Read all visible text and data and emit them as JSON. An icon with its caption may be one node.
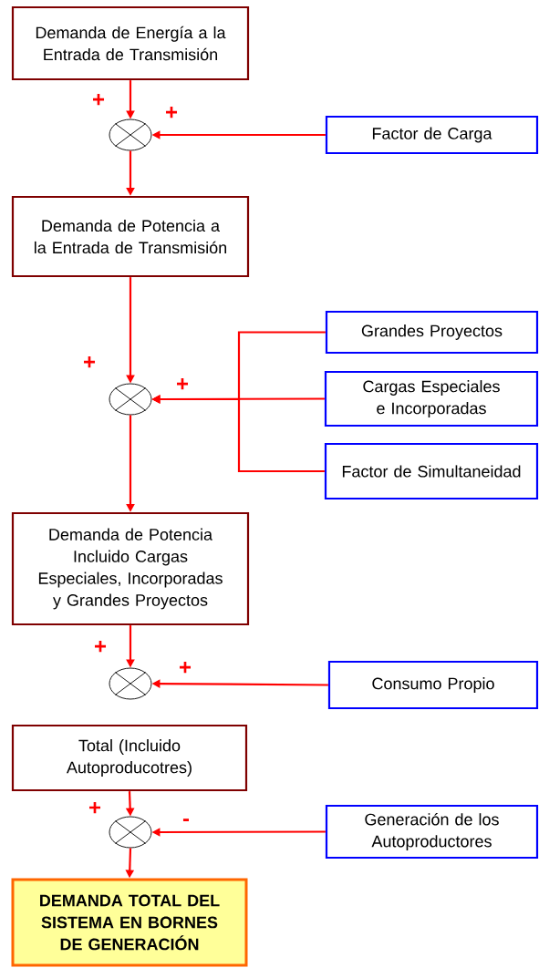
{
  "diagram": {
    "nodes": [
      {
        "text": [
          "Demanda de Energía a la Entrada de Transmisión"
        ]
      },
      {
        "text": [],
        "shape": "circle"
      },
      {
        "text": [
          "Factor de Carga"
        ]
      },
      {
        "text": [
          "Demanda de Potencia a la Entrada de Transmisión"
        ]
      },
      {
        "text": [
          "Grandes Proyectos"
        ]
      },
      {
        "text": [
          "Cargas Especiales e Incorporadas"
        ]
      },
      {
        "text": [
          "Factor de Simultaneidad"
        ]
      },
      {
        "text": [],
        "shape": "circle"
      },
      {
        "text": [
          "Demanda de Potencia Incluido Cargas Especiales, Incorporadas y Grandes Proyectos"
        ]
      },
      {
        "text": [],
        "shape": "circle"
      },
      {
        "text": [
          "Consumo Propio"
        ]
      },
      {
        "text": [
          "Total (Incluido Autoproducotres)"
        ]
      },
      {
        "text": [],
        "shape": "circle"
      },
      {
        "text": [
          "Generación de los Autoproductores"
        ]
      },
      {
        "text": [
          "DEMANDA TOTAL DEL SISTEMA EN BORNES DE GENERACIÓN"
        ]
      }
    ],
    "edges": [
      {
        "from": 0,
        "to": 1,
        "arrow": "to"
      },
      {
        "from": 2,
        "to": 1,
        "arrow": "to"
      },
      {
        "from": 1,
        "to": 3,
        "arrow": "to"
      },
      {
        "from": 3,
        "to": 7,
        "arrow": "to"
      },
      {
        "from": 4,
        "to": 7,
        "arrow": "to"
      },
      {
        "from": 5,
        "to": 7,
        "arrow": "to"
      },
      {
        "from": 6,
        "to": 7,
        "arrow": "to"
      },
      {
        "from": 7,
        "to": 8,
        "arrow": "to"
      },
      {
        "from": 8,
        "to": 9,
        "arrow": "to"
      },
      {
        "from": 10,
        "to": 9,
        "arrow": "to"
      },
      {
        "from": 11,
        "to": 12,
        "arrow": "to"
      },
      {
        "from": 13,
        "to": 12,
        "arrow": "to"
      },
      {
        "from": 12,
        "to": 14,
        "arrow": "to"
      }
    ],
    "labels": [
      "+",
      "+",
      "+",
      "+",
      "+",
      "+",
      "+",
      "-"
    ]
  }
}
